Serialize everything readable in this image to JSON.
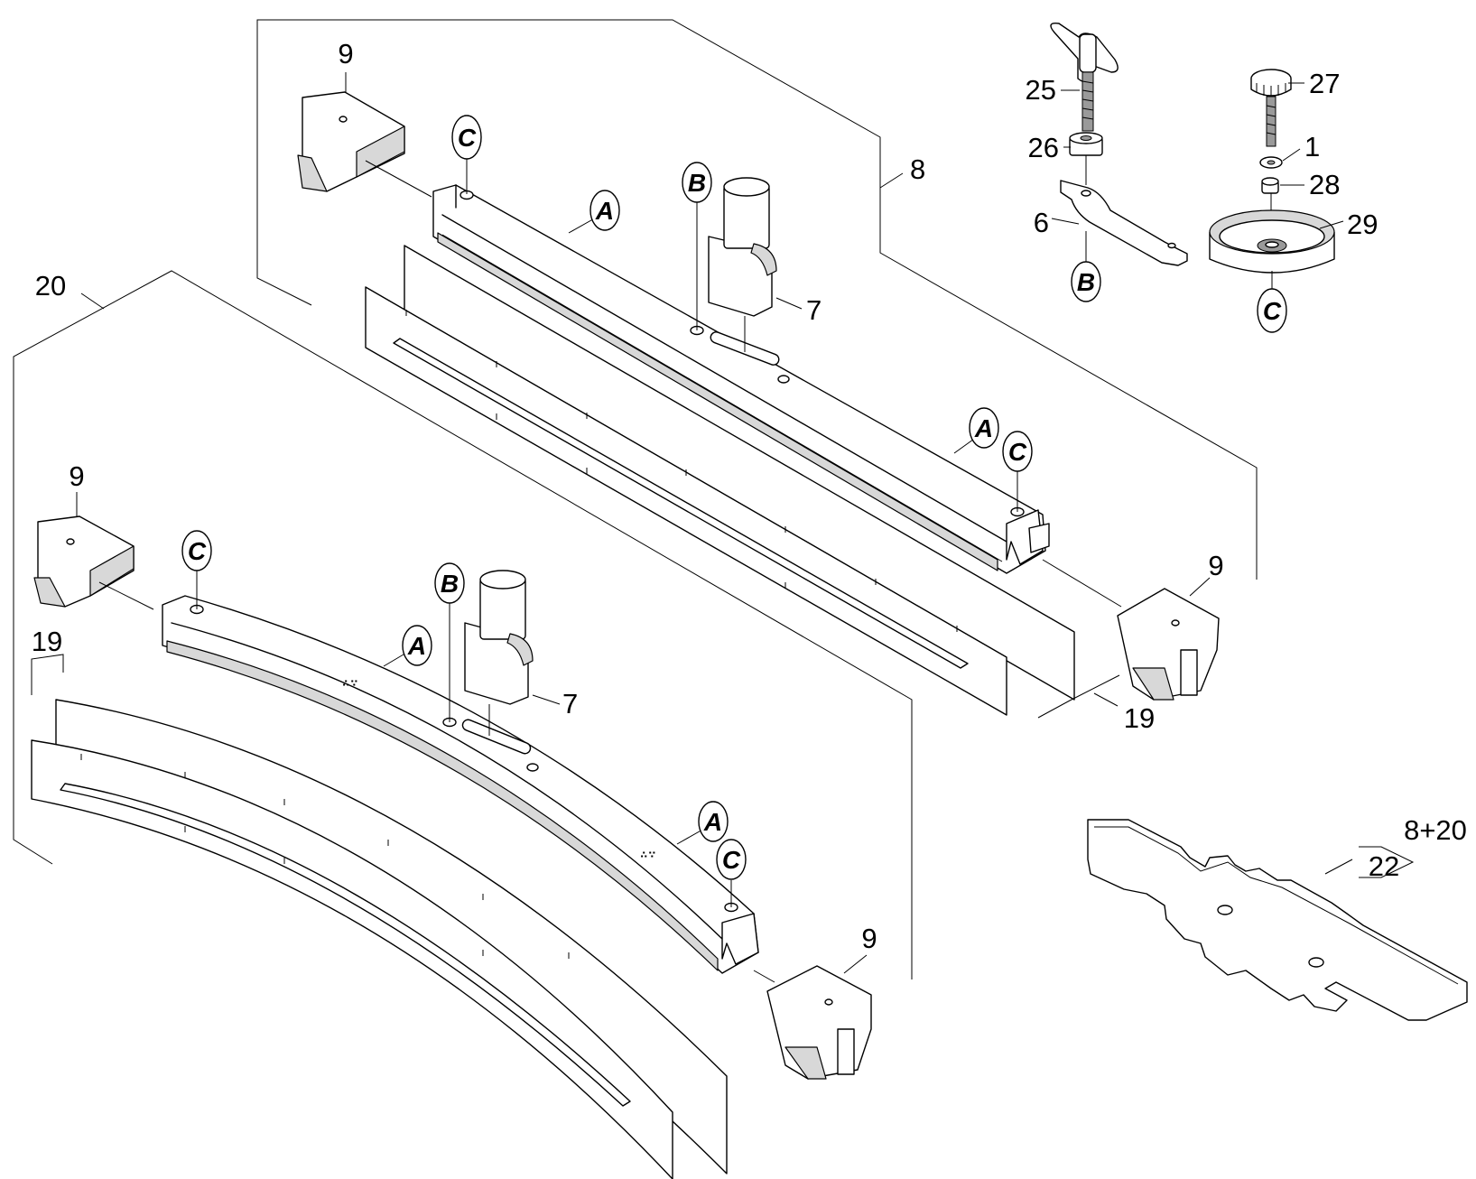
{
  "callouts": {
    "c9a": "9",
    "c25": "25",
    "c27": "27",
    "c26": "26",
    "c1": "1",
    "c8": "8",
    "c28": "28",
    "c6": "6",
    "c29": "29",
    "c20": "20",
    "c7a": "7",
    "c9b": "9",
    "c9c": "9",
    "c19a": "19",
    "c7b": "7",
    "c19b": "19",
    "c9d": "9",
    "c8plus20": "8+20",
    "c22": "22"
  },
  "connectors": {
    "C": "C",
    "A": "A",
    "B": "B"
  }
}
